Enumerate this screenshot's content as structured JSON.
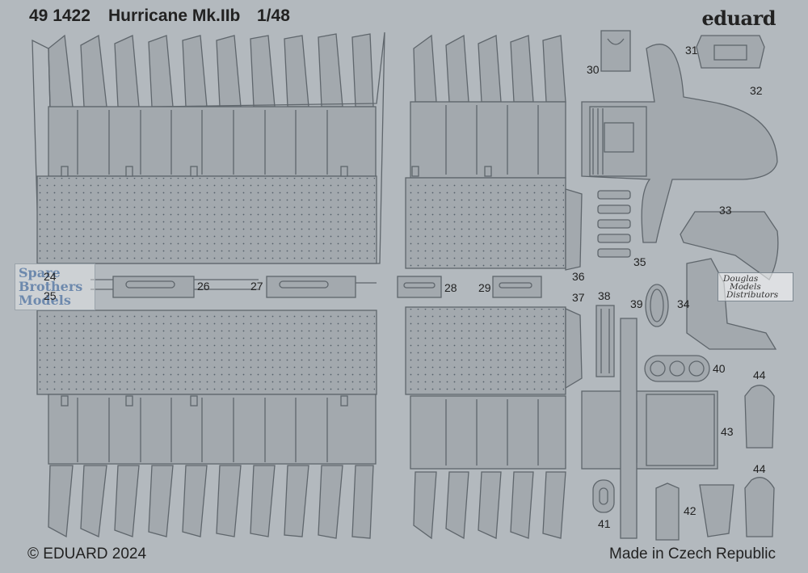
{
  "header": {
    "code": "49 1422",
    "title": "Hurricane Mk.IIb",
    "scale": "1/48",
    "brand": "eduard"
  },
  "footer": {
    "copyright": "© EDUARD 2024",
    "origin": "Made in Czech Republic"
  },
  "watermarks": {
    "retailer": [
      "Spare",
      "Brothers",
      "Models"
    ],
    "distributor": [
      "Douglas",
      "Models",
      "Distributors"
    ]
  },
  "part_numbers": {
    "p24": "24",
    "p25": "25",
    "p26": "26",
    "p27": "27",
    "p28": "28",
    "p29": "29",
    "p30": "30",
    "p31": "31",
    "p32": "32",
    "p33": "33",
    "p34": "34",
    "p35": "35",
    "p36": "36",
    "p37": "37",
    "p38": "38",
    "p39": "39",
    "p40": "40",
    "p41": "41",
    "p42": "42",
    "p43": "43",
    "p44a": "44",
    "p44b": "44"
  },
  "colors": {
    "sheet": "#b3b9be",
    "part_fill": "#a3a9ae",
    "part_stroke": "#5f666c",
    "text": "#222222"
  }
}
